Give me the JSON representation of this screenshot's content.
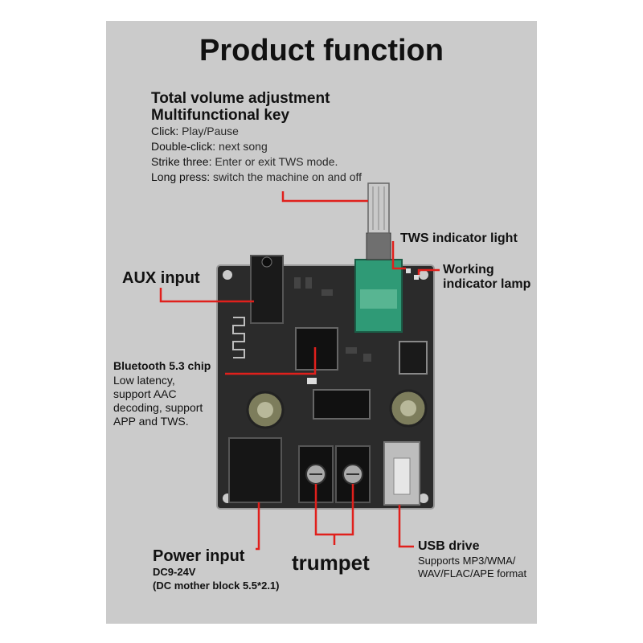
{
  "title": "Product function",
  "knob": {
    "line1": "Total volume adjustment",
    "line2": "Multifunctional key",
    "actions": [
      {
        "key": "Click:",
        "desc": " Play/Pause"
      },
      {
        "key": "Double-click:",
        "desc": " next song"
      },
      {
        "key": "Strike three:",
        "desc": " Enter or exit TWS mode."
      },
      {
        "key": "Long press:",
        "desc": " switch the machine on and off"
      }
    ]
  },
  "tws_light": "TWS indicator light",
  "working_lamp": {
    "line1": "Working",
    "line2": "indicator lamp"
  },
  "aux": "AUX input",
  "bluetooth": {
    "heading": "Bluetooth 5.3 chip",
    "lines": [
      "Low latency,",
      "support AAC",
      "decoding, support",
      "APP and TWS."
    ]
  },
  "power": {
    "heading": "Power input",
    "line1": "DC9-24V",
    "line2": "(DC mother block 5.5*2.1)"
  },
  "trumpet": "trumpet",
  "usb": {
    "heading": "USB drive",
    "line1": "Supports MP3/WMA/",
    "line2": "WAV/FLAC/APE format"
  },
  "colors": {
    "panel": "#cbcbcb",
    "board": "#2b2b2b",
    "pointer": "#e0201c",
    "potentiometer": "#2f9a76"
  }
}
